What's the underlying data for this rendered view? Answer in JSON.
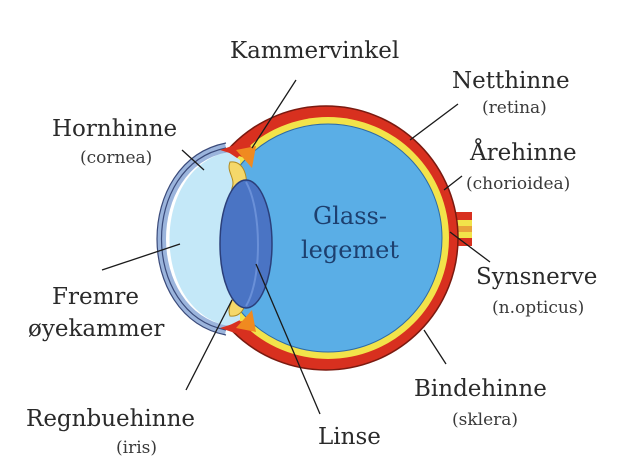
{
  "labels": {
    "kammervinkel": "Kammervinkel",
    "netthinne": "Netthinne",
    "netthinne_sub": "(retina)",
    "hornhinne": "Hornhinne",
    "hornhinne_sub": "(cornea)",
    "arehinne": "Årehinne",
    "arehinne_sub": "(chorioidea)",
    "glass_line1": "Glass-",
    "glass_line2": "legemet",
    "synsnerve": "Synsnerve",
    "synsnerve_sub": "(n.opticus)",
    "fremre_line1": "Fremre",
    "fremre_line2": "øyekammer",
    "regnbuehinne": "Regnbuehinne",
    "regnbuehinne_sub": "(iris)",
    "linse": "Linse",
    "bindehinne": "Bindehinne",
    "bindehinne_sub": "(sklera)"
  },
  "colors": {
    "sclera": "#d8301f",
    "choroid": "#f2e34a",
    "vitreous": "#5aaee6",
    "anterior_chamber": "#c4e8f8",
    "cornea": "#9bb4dc",
    "lens": "#4a74c4",
    "iris": "#f5d86a",
    "angle": "#f08a20",
    "line": "#1a1a1a"
  }
}
